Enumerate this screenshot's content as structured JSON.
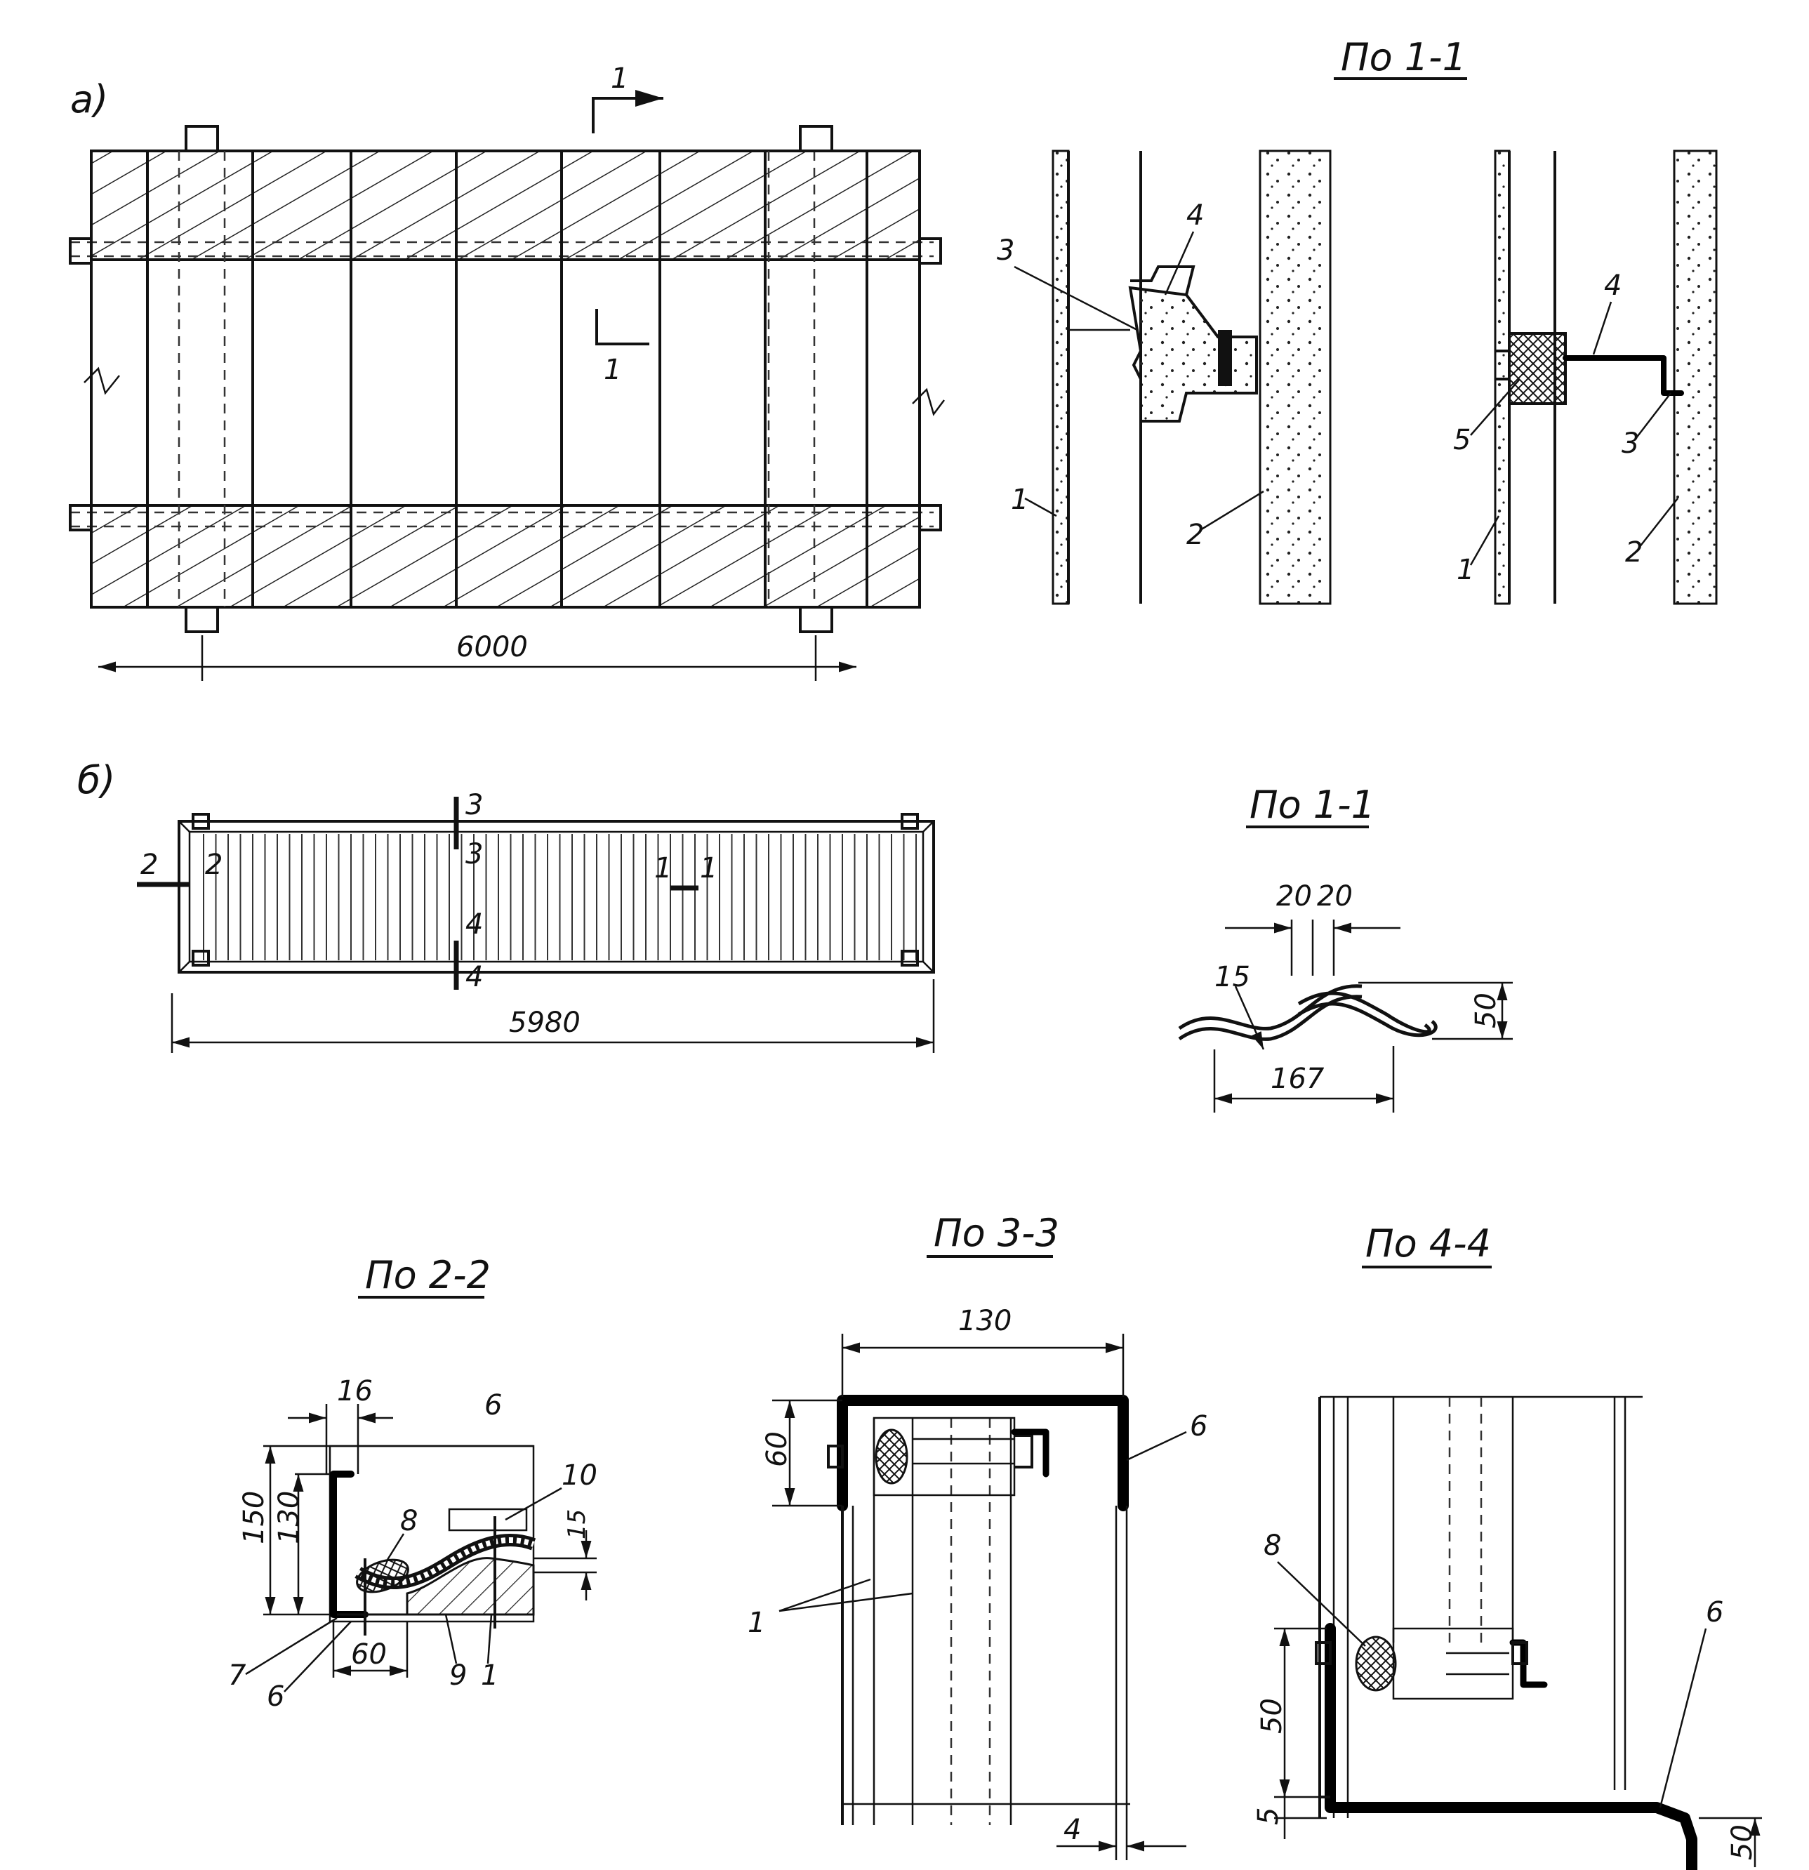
{
  "views": {
    "a": {
      "label": "а)",
      "section_mark": "1",
      "dimension_total": "6000"
    },
    "b": {
      "label": "б)",
      "dimension_total": "5980",
      "section_marks": [
        "1",
        "1",
        "2",
        "2",
        "3",
        "3",
        "4",
        "4"
      ]
    }
  },
  "sections": {
    "a_1_1": {
      "title": "По 1-1",
      "left_callouts": [
        "3",
        "4",
        "1",
        "2"
      ],
      "right_callouts": [
        "4",
        "5",
        "3",
        "1",
        "2"
      ]
    },
    "b_1_1": {
      "title": "По 1-1",
      "dims": [
        "20",
        "20",
        "15",
        "50",
        "167"
      ]
    },
    "s_2_2": {
      "title": "По 2-2",
      "dims": [
        "16",
        "150",
        "130",
        "15",
        "60"
      ],
      "callouts": [
        "6",
        "10",
        "8",
        "7",
        "6",
        "9",
        "1"
      ]
    },
    "s_3_3": {
      "title": "По 3-3",
      "dims": [
        "130",
        "60",
        "4"
      ],
      "callouts": [
        "6",
        "1"
      ]
    },
    "s_4_4": {
      "title": "По 4-4",
      "dims": [
        "50",
        "5",
        "50"
      ],
      "callouts": [
        "8",
        "6"
      ]
    }
  }
}
